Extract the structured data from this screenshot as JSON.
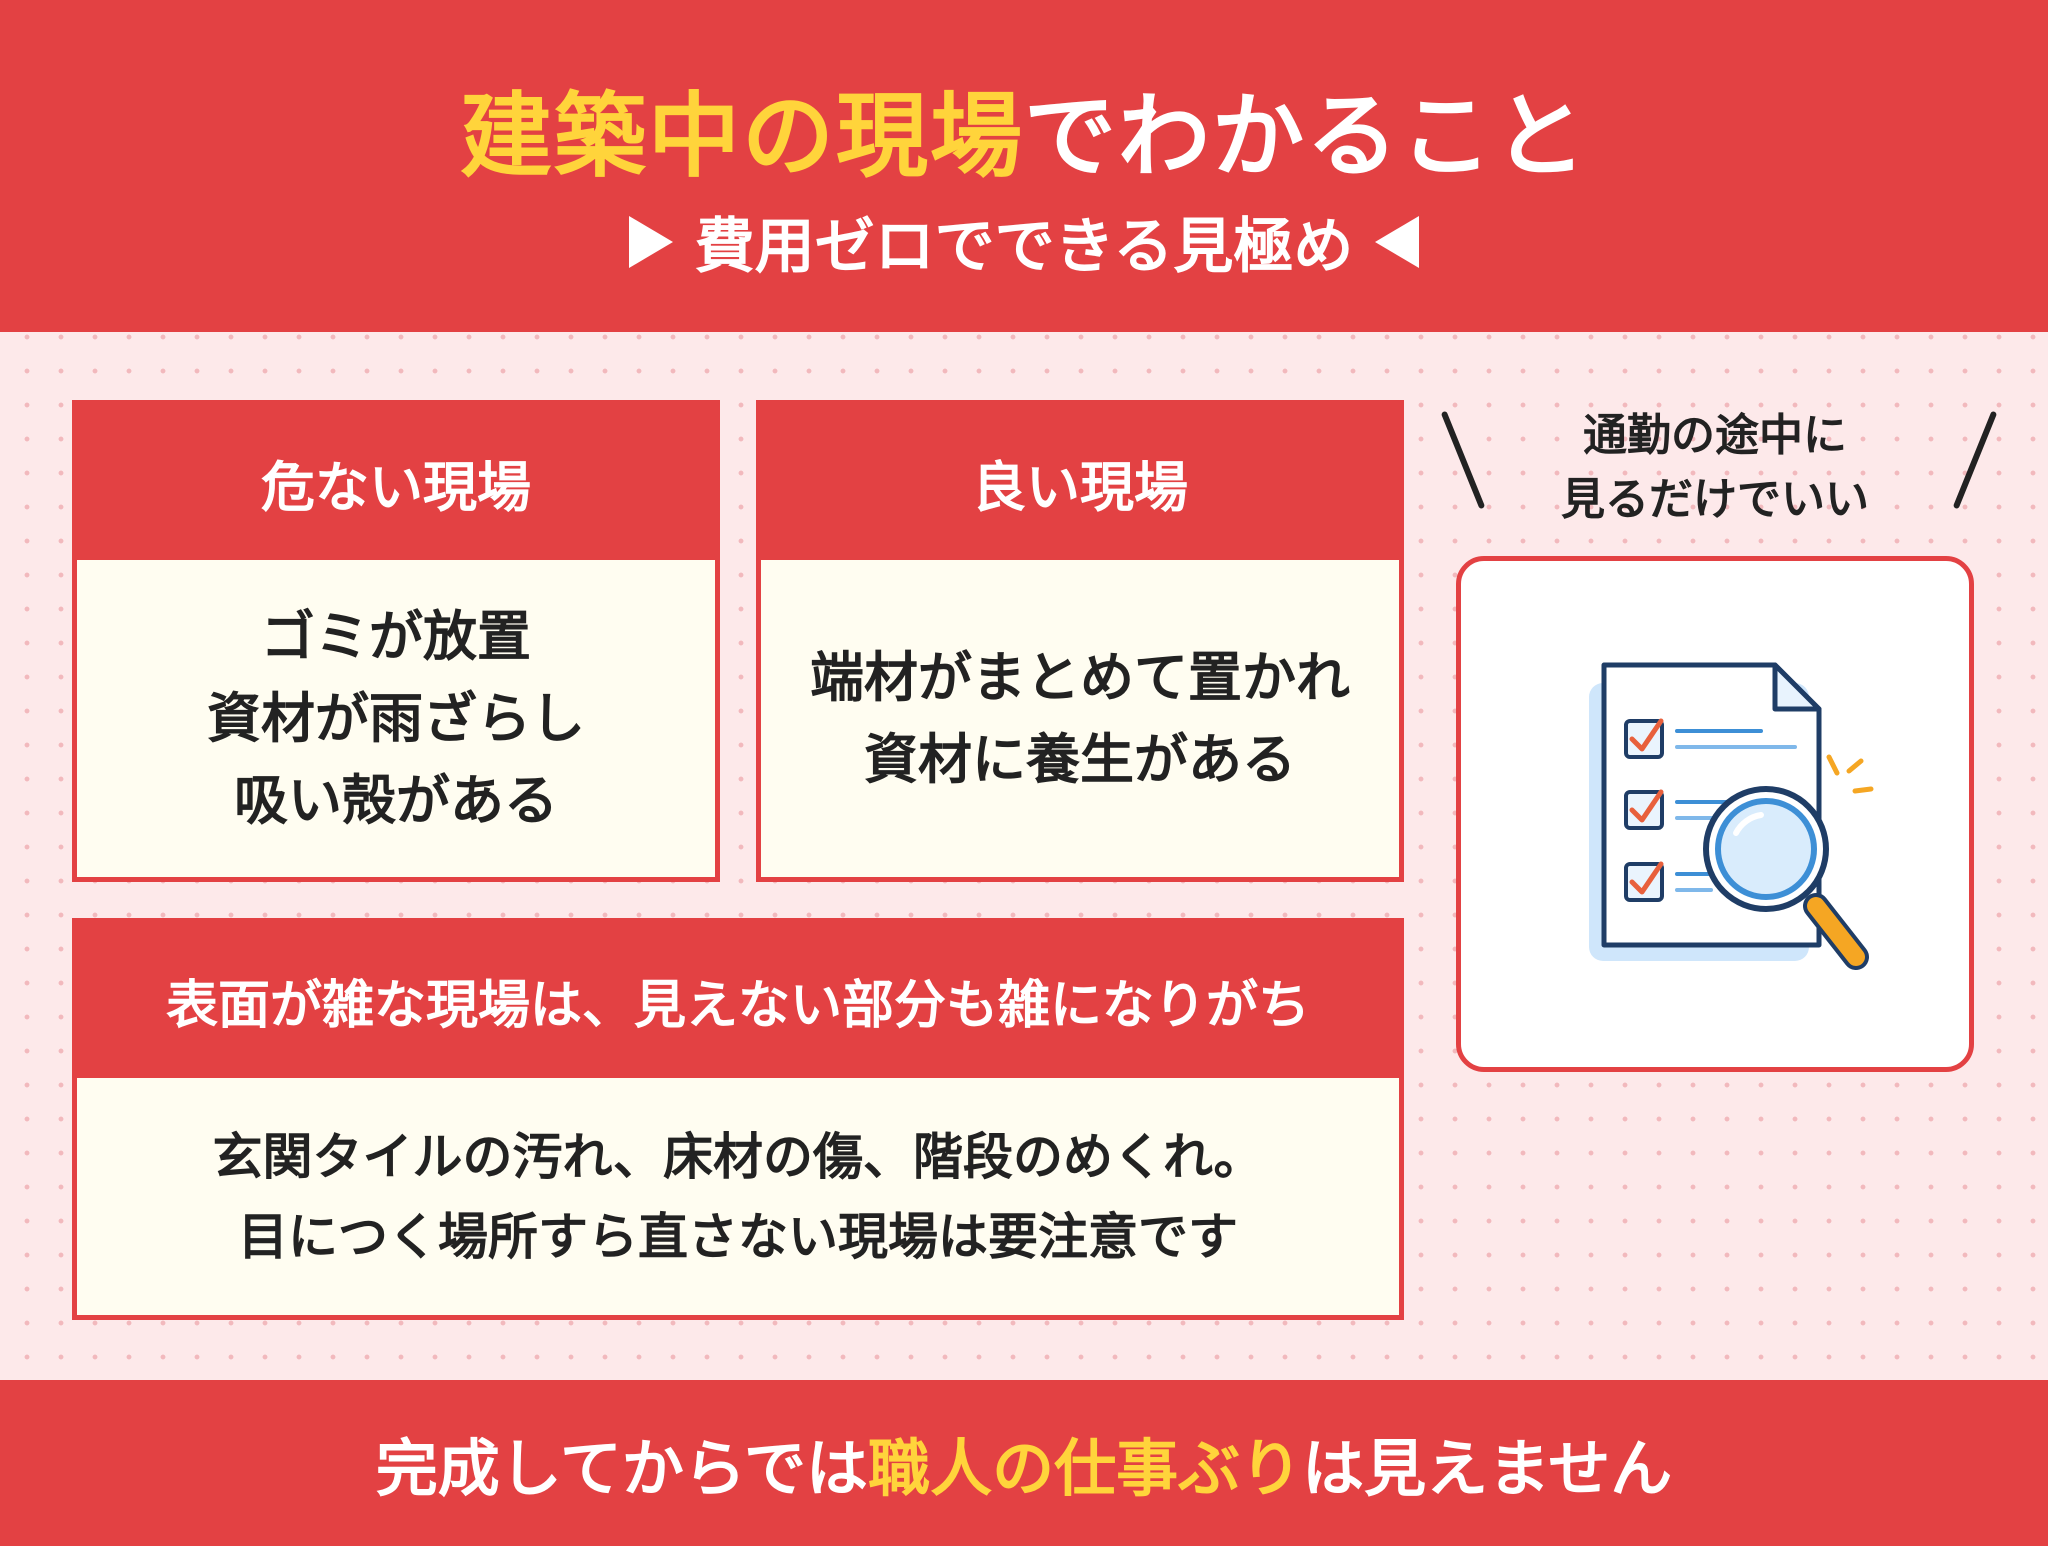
{
  "header": {
    "title_highlight": "建築中の現場",
    "title_rest": "でわかること",
    "subtitle": "費用ゼロでできる見極め"
  },
  "cards": {
    "danger": {
      "title": "危ない現場",
      "lines": [
        "ゴミが放置",
        "資材が雨ざらし",
        "吸い殻がある"
      ]
    },
    "good": {
      "title": "良い現場",
      "lines": [
        "端材がまとめて置かれ",
        "資材に養生がある"
      ]
    },
    "wide": {
      "title": "表面が雑な現場は、見えない部分も雑になりがち",
      "lines": [
        "玄関タイルの汚れ、床材の傷、階段のめくれ。",
        "目につく場所すら直さない現場は要注意です"
      ]
    }
  },
  "side": {
    "caption_lines": [
      "通勤の途中に",
      "見るだけでいい"
    ],
    "icon": "checklist-magnifier-icon"
  },
  "footer": {
    "text_before": "完成してからでは",
    "text_highlight": "職人の仕事ぶり",
    "text_after": "は見えません"
  },
  "colors": {
    "primary_red": "#e34143",
    "highlight_yellow": "#ffd43b",
    "background_pink": "#fde9ea",
    "card_cream": "#fffdf1",
    "check_orange": "#e8603c",
    "icon_blue": "#3d8fd6",
    "magnifier_handle": "#f5a623"
  }
}
